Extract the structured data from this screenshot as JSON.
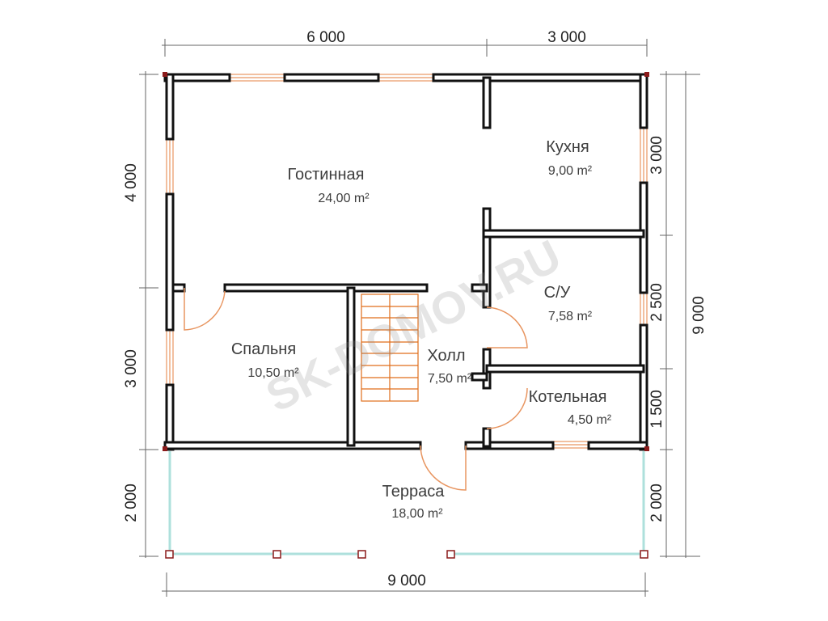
{
  "dimensions": {
    "top_left": "6 000",
    "top_right": "3 000",
    "bottom": "9 000",
    "left_upper": "4 000",
    "left_lower": "3 000",
    "left_terrace": "2 000",
    "right_kitchen": "3 000",
    "right_bath": "2 500",
    "right_boiler": "1 500",
    "right_terrace": "2 000",
    "right_total": "9 000"
  },
  "rooms": {
    "living": {
      "name": "Гостинная",
      "area": "24,00 m²"
    },
    "kitchen": {
      "name": "Кухня",
      "area": "9,00 m²"
    },
    "bathroom": {
      "name": "С/У",
      "area": "7,58 m²"
    },
    "bedroom": {
      "name": "Спальня",
      "area": "10,50 m²"
    },
    "hall": {
      "name": "Холл",
      "area": "7,50 m²"
    },
    "boiler": {
      "name": "Котельная",
      "area": "4,50 m²"
    },
    "terrace": {
      "name": "Терраса",
      "area": "18,00 m²"
    }
  },
  "watermark": "SK-DOMOV.RU",
  "colors": {
    "wall_outline": "#111111",
    "window": "#e89560",
    "stair": "#e06d1a",
    "terrace_rail": "#aee0dc",
    "post": "#8b1a1a"
  }
}
